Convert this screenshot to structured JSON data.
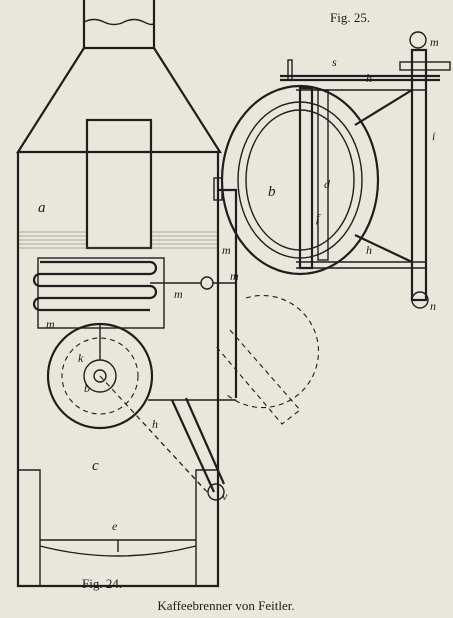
{
  "figures": {
    "fig24": {
      "caption": "Fig. 24."
    },
    "fig25": {
      "caption": "Fig. 25."
    }
  },
  "main_caption": "Kaffeebrenner von Feitler.",
  "labels": {
    "a": "a",
    "m": "m",
    "m1": "m",
    "m2": "m",
    "m3": "m",
    "k": "k",
    "b": "b",
    "h": "h",
    "c": "c",
    "e": "e",
    "v": "v",
    "s": "s",
    "h1": "h",
    "h2": "h",
    "i": "i",
    "n": "n",
    "m_right": "m",
    "b_drum": "b",
    "f": "f",
    "d": "d"
  }
}
